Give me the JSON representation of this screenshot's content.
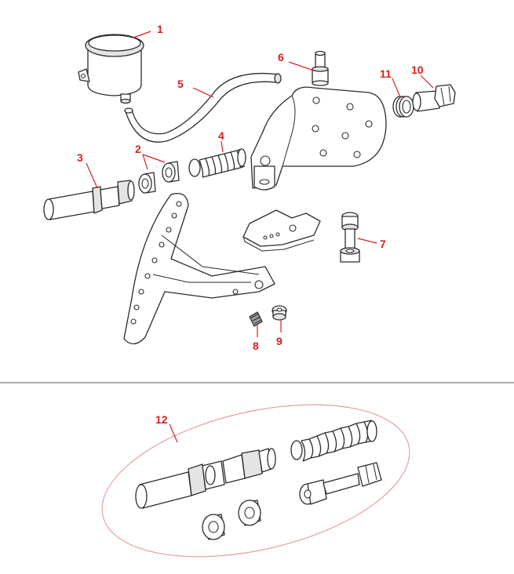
{
  "diagram": {
    "callouts": [
      {
        "id": "1",
        "label": "1"
      },
      {
        "id": "2",
        "label": "2"
      },
      {
        "id": "3",
        "label": "3"
      },
      {
        "id": "4",
        "label": "4"
      },
      {
        "id": "5",
        "label": "5"
      },
      {
        "id": "6",
        "label": "6"
      },
      {
        "id": "7",
        "label": "7"
      },
      {
        "id": "8",
        "label": "8"
      },
      {
        "id": "9",
        "label": "9"
      },
      {
        "id": "10",
        "label": "10"
      },
      {
        "id": "11",
        "label": "11"
      },
      {
        "id": "12",
        "label": "12"
      }
    ],
    "colors": {
      "callout": "#d42020",
      "line": "#2b2b2b",
      "kit_outline": "#e8a0a0",
      "divider": "#555555"
    }
  }
}
